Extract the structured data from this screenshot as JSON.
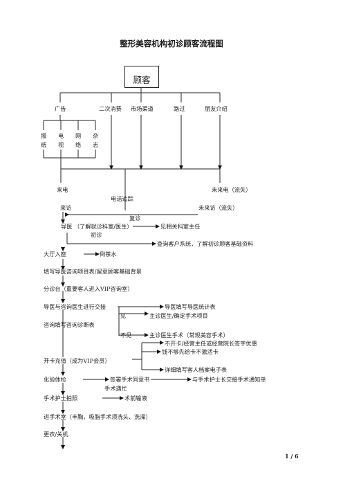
{
  "title": "整形美容机构初诊顾客流程图",
  "customer": "顾客",
  "sources": [
    "广告",
    "二次消费",
    "市场渠道",
    "路过",
    "朋友介绍"
  ],
  "media": [
    {
      "top": "报",
      "bottom": "纸"
    },
    {
      "top": "电",
      "bottom": "视"
    },
    {
      "top": "网",
      "bottom": "络"
    },
    {
      "top": "杂",
      "bottom": "志"
    }
  ],
  "call_in": "来电",
  "call_not": "未来电（流失）",
  "phone_track": "电话追踪",
  "visit": "来访",
  "visit_not": "未来访（流失）",
  "revisit": "复诊",
  "guide_doctor": "导医 （了解就诊科室/医生）",
  "see_director": "见相关科室主任",
  "first_visit": "初诊",
  "query_system": "查询客户系统，了解初诊顾客基础资料",
  "lobby": "大厅入座",
  "serve_tea": "倒茶水",
  "fill_form": "填写导医咨询项目表/留意顾客基础背景",
  "triage": "分诊台（重要客人进入VIP咨询室）",
  "consult_doctor": "导医与咨询医生进行交接",
  "doctor_stats": "导医填写导医统计表",
  "see": "见",
  "confirm_project": "主诊医生/确定手术项目",
  "consult_form": "咨询填写咨询诊断表",
  "not_see": "不见",
  "regular_surgery": "主诊医生手术（常规美容手术）",
  "no_card": "不开卡/经营主任或经营院长签字优惠",
  "no_activate": "钱不够先给卡不激活卡",
  "open_card": "开卡充值（成为VIP会员）",
  "e_record": "详细填写客人档案电子表",
  "lab": "化验体检",
  "sign_consent": "签署手术同意书",
  "notify_head": "与手术护士长交接手术通知单",
  "escort": "手术遇忙",
  "nurse_photo": "手术护士拍照",
  "preop_iv": "术前输液",
  "enter_or": "进手术室（丰胸，吸脂手术须洗头、洗澡）",
  "change_clothes": "更衣/关机",
  "page_number": "1 / 6"
}
